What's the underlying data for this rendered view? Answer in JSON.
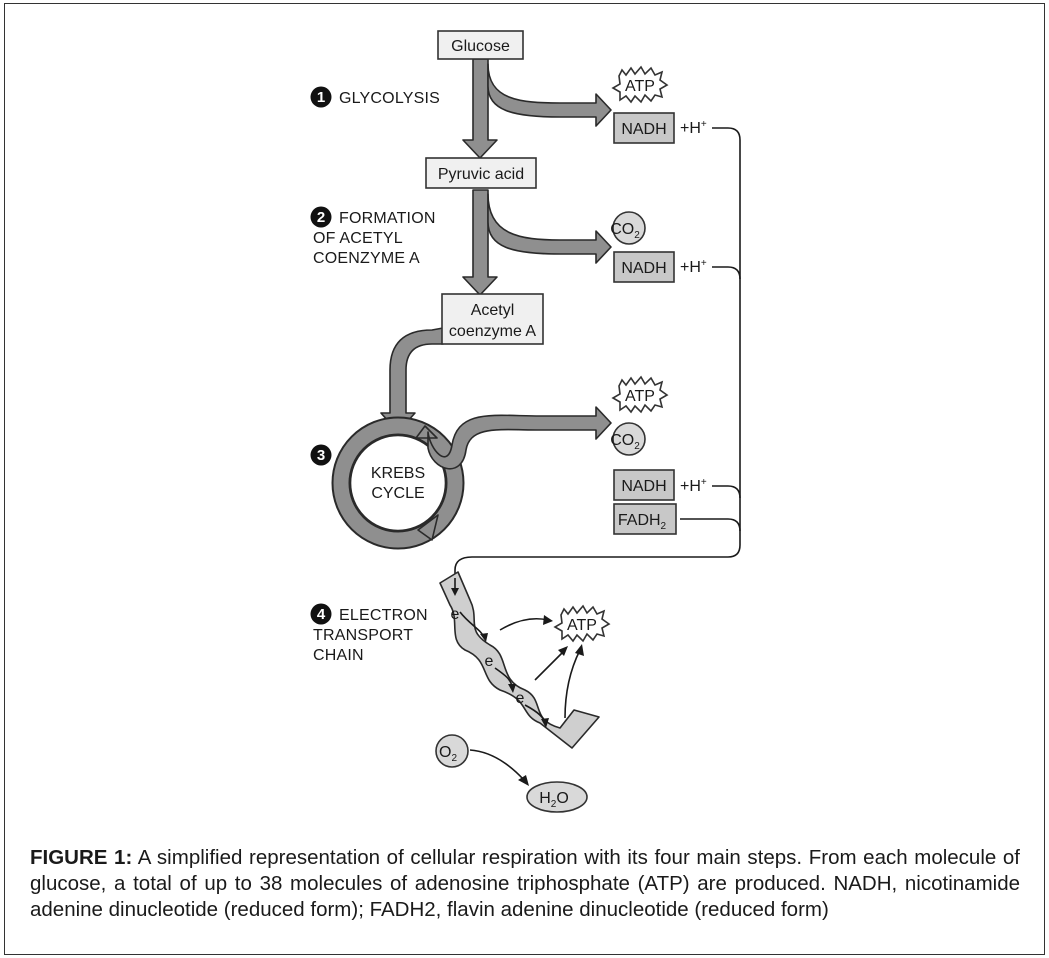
{
  "boxes": {
    "glucose": "Glucose",
    "pyruvic": "Pyruvic acid",
    "acetyl_line1": "Acetyl",
    "acetyl_line2": "coenzyme A",
    "krebs_line1": "KREBS",
    "krebs_line2": "CYCLE"
  },
  "steps": [
    {
      "number": "1",
      "lines": [
        "GLYCOLYSIS"
      ]
    },
    {
      "number": "2",
      "lines": [
        "FORMATION",
        "OF ACETYL",
        "COENZYME A"
      ]
    },
    {
      "number": "3",
      "lines": []
    },
    {
      "number": "4",
      "lines": [
        "ELECTRON",
        "TRANSPORT",
        "CHAIN"
      ]
    }
  ],
  "products": {
    "atp": "ATP",
    "nadh": "NADH",
    "h_plus": "+H+",
    "co2": "CO2",
    "fadh2": "FADH2",
    "electron": "e",
    "o2": "O2",
    "h2o": "H2O"
  },
  "caption": {
    "label": "FIGURE 1:",
    "text": "A simplified representation of cellular respiration with its four main steps. From each molecule of glucose, a total of up to 38 molecules of adenosine triphosphate (ATP) are produced. NADH, nicotinamide adenine dinucleotide (reduced form); FADH2, flavin adenine dinucleotide (reduced form)"
  }
}
